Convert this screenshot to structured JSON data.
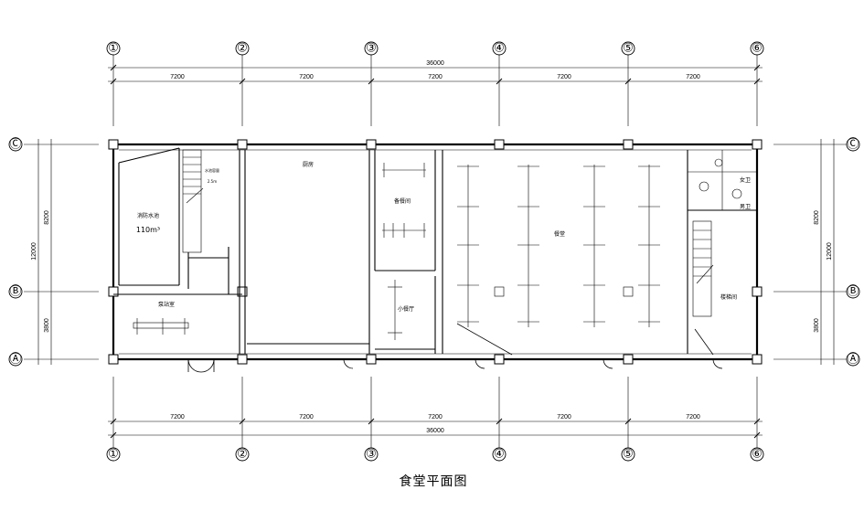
{
  "title": "食堂平面图",
  "axes_vertical": [
    "①",
    "②",
    "③",
    "④",
    "⑤",
    "⑥"
  ],
  "axes_horizontal": [
    "Ⓒ",
    "Ⓑ",
    "Ⓐ"
  ],
  "dims_horizontal": {
    "total": "36000",
    "spans": [
      "7200",
      "7200",
      "7200",
      "7200",
      "7200"
    ]
  },
  "dims_vertical": {
    "total": "12000",
    "spans": [
      "8200",
      "3800"
    ]
  },
  "rooms": {
    "water_tank": "消防水池",
    "water_tank_volume": "110m³",
    "kitchen": "厨房",
    "prep_room": "备餐间",
    "dining": "餐堂",
    "small_dining": "小餐厅",
    "stair_room": "楼梯间",
    "pump_room": "泵站室",
    "female_wc": "女卫",
    "male_wc": "男卫",
    "tank_note_1": "水池容量",
    "tank_note_2": "2.5m"
  }
}
